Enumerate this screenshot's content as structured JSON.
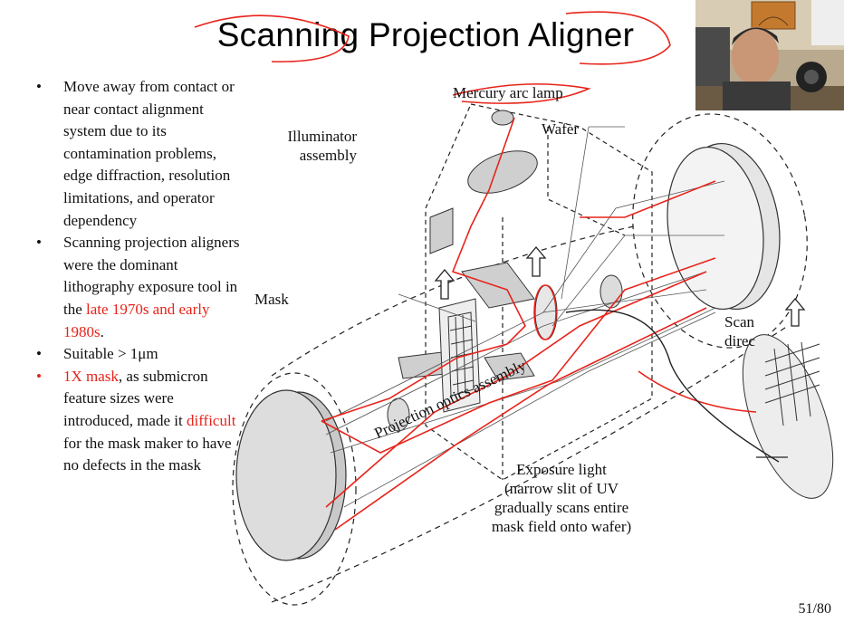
{
  "slide": {
    "title": "Scanning Projection Aligner",
    "page_number": "51/80"
  },
  "bullets": [
    {
      "text": "Move away from contact or near contact alignment system due to its contamination problems, edge diffraction, resolution limitations, and operator dependency"
    },
    {
      "pre": "Scanning projection aligners were the dominant lithography exposure tool in the ",
      "red": "late 1970s and early 1980s",
      "post": "."
    },
    {
      "text": "Suitable > 1μm"
    },
    {
      "red": "1X mask",
      "post": ", as submicron feature sizes were introduced, made it ",
      "red2": "difficult",
      "post2": " for the mask maker to have no defects in the mask"
    }
  ],
  "diagram_labels": {
    "mercury": "Mercury arc lamp",
    "illuminator": "Illuminator\nassembly",
    "wafer": "Wafer",
    "mask": "Mask",
    "scan": "Scan\ndirec",
    "projection": "Projection optics assembly",
    "exposure": "Exposure light\n(narrow slit of UV\ngradually scans entire\nmask field onto wafer)"
  },
  "colors": {
    "annotation": "#e8231a",
    "text": "#111111"
  }
}
